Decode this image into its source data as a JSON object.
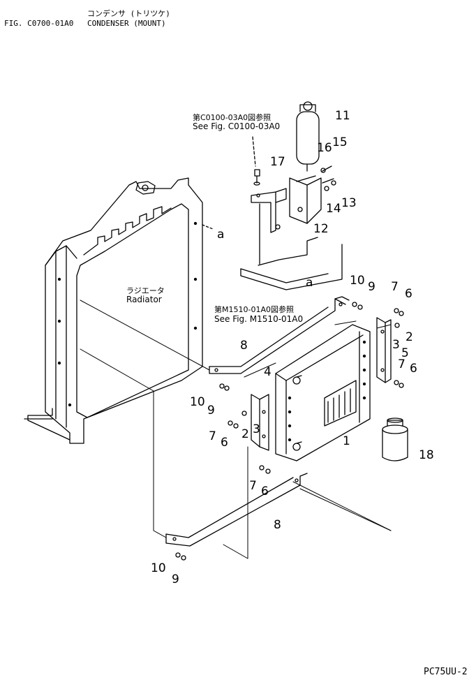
{
  "header": {
    "subtitle_jp": "コンデンサ (トリツケ)",
    "fig_code": "FIG. C0700-01A0",
    "title": "CONDENSER (MOUNT)"
  },
  "refs": {
    "ref1_jp": "第C0100-03A0図参照",
    "ref1_en": "See Fig. C0100-03A0",
    "ref2_jp": "第M1510-01A0図参照",
    "ref2_en": "See Fig. M1510-01A0"
  },
  "labels": {
    "radiator_jp": "ラジエータ",
    "radiator_en": "Radiator",
    "a1": "a",
    "a2": "a"
  },
  "part_numbers": [
    "11",
    "16",
    "15",
    "17",
    "13",
    "14",
    "12",
    "10",
    "9",
    "7",
    "6",
    "2",
    "3",
    "5",
    "8",
    "4",
    "7",
    "6",
    "10",
    "9",
    "7",
    "6",
    "2",
    "3",
    "1",
    "18",
    "7",
    "6",
    "8",
    "10",
    "9"
  ],
  "footer": {
    "code": "PC75UU-2"
  }
}
